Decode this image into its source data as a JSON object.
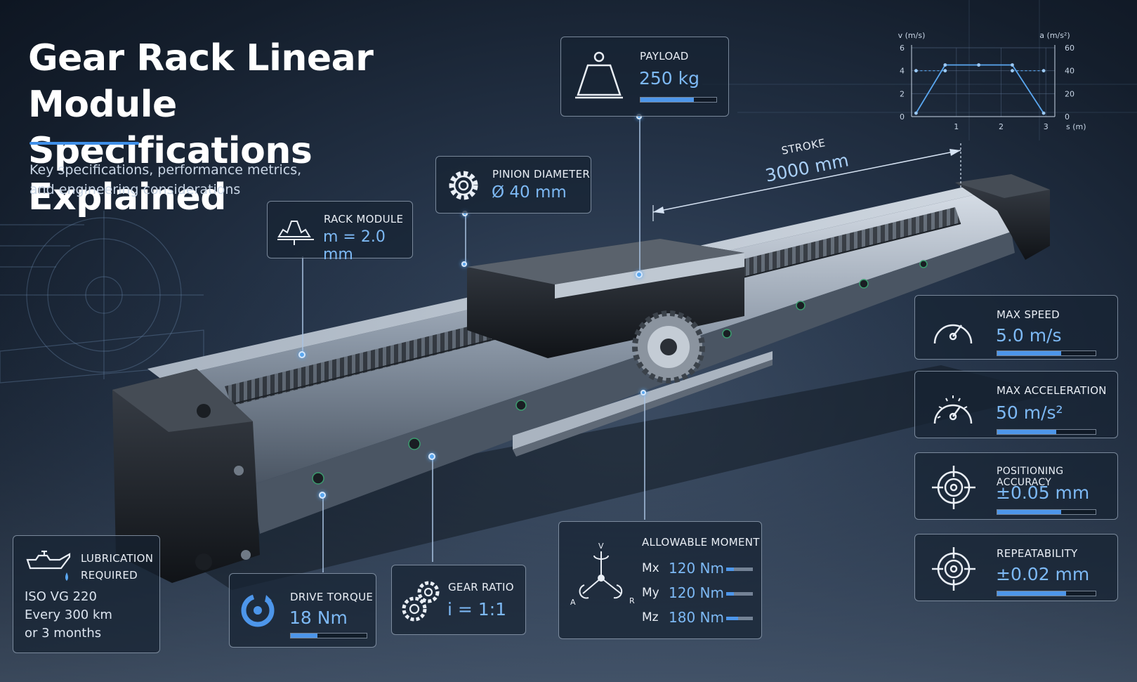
{
  "title_line1": "Gear Rack Linear Module",
  "title_line2": "Specifications Explained",
  "subtitle_line1": "Key specifications, performance metrics,",
  "subtitle_line2": "and engineering considerations",
  "accent_color": "#4d96ea",
  "value_color": "#7db9f5",
  "payload": {
    "label": "PAYLOAD",
    "value": "250 kg",
    "level": 0.7,
    "icon": "weight-icon"
  },
  "pinion": {
    "label": "PINION DIAMETER",
    "value": "Ø 40 mm",
    "icon": "gear-icon"
  },
  "rack_module": {
    "label": "RACK MODULE",
    "value": "m = 2.0 mm",
    "icon": "rack-tooth-icon"
  },
  "stroke": {
    "label": "STROKE",
    "value": "3000 mm"
  },
  "max_speed": {
    "label": "MAX SPEED",
    "value": "5.0 m/s",
    "level": 0.65,
    "icon": "speedometer-icon"
  },
  "max_acceleration": {
    "label": "MAX ACCELERATION",
    "value": "50 m/s²",
    "level": 0.6,
    "icon": "gauge-icon"
  },
  "positioning_accuracy": {
    "label": "POSITIONING ACCURACY",
    "value": "±0.05 mm",
    "level": 0.65,
    "icon": "crosshair-icon"
  },
  "repeatability": {
    "label": "REPEATABILITY",
    "value": "±0.02 mm",
    "level": 0.7,
    "icon": "crosshair-icon"
  },
  "lubrication": {
    "label_line1": "LUBRICATION",
    "label_line2": "REQUIRED",
    "detail_line1": "ISO VG 220",
    "detail_line2": "Every 300 km",
    "detail_line3": "or 3 months",
    "icon": "oil-can-icon"
  },
  "drive_torque": {
    "label": "DRIVE TORQUE",
    "value": "18 Nm",
    "level": 0.35,
    "icon": "rotation-icon"
  },
  "gear_ratio": {
    "label": "GEAR RATIO",
    "value": "i = 1:1",
    "icon": "gears-icon"
  },
  "allowable_moment": {
    "label": "ALLOWABLE MOMENT",
    "axis_labels": {
      "v": "V",
      "a": "A",
      "r": "R"
    },
    "rows": [
      {
        "name": "Mx",
        "value": "120 Nm",
        "level": 0.3
      },
      {
        "name": "My",
        "value": "120 Nm",
        "level": 0.3
      },
      {
        "name": "Mz",
        "value": "180 Nm",
        "level": 0.45
      }
    ]
  },
  "chart_data": {
    "type": "line",
    "title": "",
    "xlabel": "s (m)",
    "ylabel": "v (m/s)",
    "y2label": "a (m/s²)",
    "xlim": [
      0,
      3.2
    ],
    "ylim": [
      0,
      6
    ],
    "y2lim": [
      0,
      60
    ],
    "x_ticks": [
      "1",
      "2",
      "3"
    ],
    "y_ticks": [
      "0",
      "2",
      "4",
      "6"
    ],
    "y2_ticks": [
      "0",
      "20",
      "40",
      "60"
    ],
    "grid": true,
    "series": [
      {
        "x": [
          0.1,
          0.75,
          1.5,
          2.25,
          2.95
        ],
        "y": [
          0.3,
          4.5,
          4.5,
          4.5,
          0.3
        ]
      },
      {
        "x": [
          0.1,
          0.75
        ],
        "y": [
          4,
          4
        ]
      },
      {
        "x": [
          2.25,
          2.95
        ],
        "y": [
          4,
          4
        ]
      }
    ]
  }
}
